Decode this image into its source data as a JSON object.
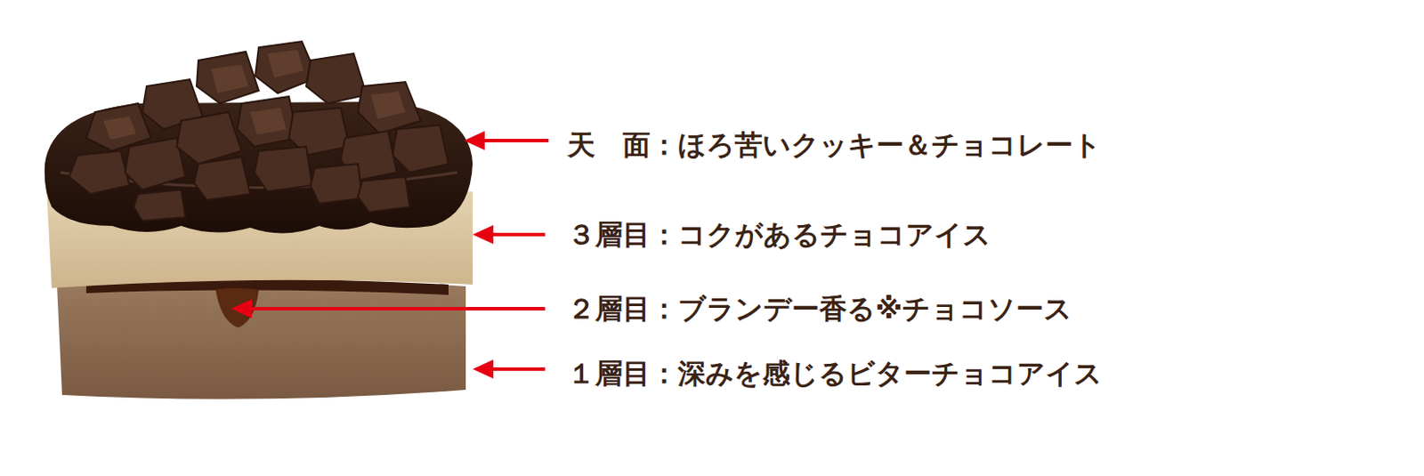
{
  "diagram": {
    "labels": [
      "天　面：ほろ苦いクッキー＆チョコレート",
      "３層目：コクがあるチョコアイス",
      "２層目：ブランデー香る※チョコソース",
      "１層目：深みを感じるビターチョコアイス"
    ]
  }
}
